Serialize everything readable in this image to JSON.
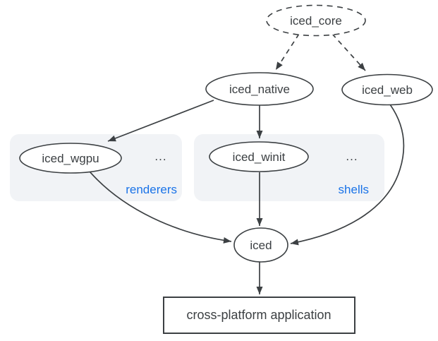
{
  "colors": {
    "background": "#ffffff",
    "stroke": "#3c4043",
    "accent_blue": "#1a73e8",
    "group_background": "#f1f3f6"
  },
  "nodes": {
    "iced_core": {
      "label": "iced_core",
      "shape": "ellipse-dashed"
    },
    "iced_native": {
      "label": "iced_native",
      "shape": "ellipse"
    },
    "iced_web": {
      "label": "iced_web",
      "shape": "ellipse"
    },
    "iced_wgpu": {
      "label": "iced_wgpu",
      "shape": "ellipse"
    },
    "iced_winit": {
      "label": "iced_winit",
      "shape": "ellipse"
    },
    "iced": {
      "label": "iced",
      "shape": "ellipse"
    },
    "app": {
      "label": "cross-platform application",
      "shape": "rectangle"
    }
  },
  "groups": {
    "renderers": {
      "label": "renderers",
      "ellipsis": "...",
      "contains": [
        "iced_wgpu"
      ]
    },
    "shells": {
      "label": "shells",
      "ellipsis": "...",
      "contains": [
        "iced_winit"
      ]
    }
  },
  "edges": [
    {
      "from": "iced_core",
      "to": "iced_native",
      "style": "dashed"
    },
    {
      "from": "iced_core",
      "to": "iced_web",
      "style": "dashed"
    },
    {
      "from": "iced_native",
      "to": "iced_wgpu",
      "style": "solid"
    },
    {
      "from": "iced_native",
      "to": "iced_winit",
      "style": "solid"
    },
    {
      "from": "iced_wgpu",
      "to": "iced",
      "style": "solid-curved"
    },
    {
      "from": "iced_winit",
      "to": "iced",
      "style": "solid"
    },
    {
      "from": "iced_web",
      "to": "iced",
      "style": "solid-curved"
    },
    {
      "from": "iced",
      "to": "app",
      "style": "solid"
    }
  ]
}
